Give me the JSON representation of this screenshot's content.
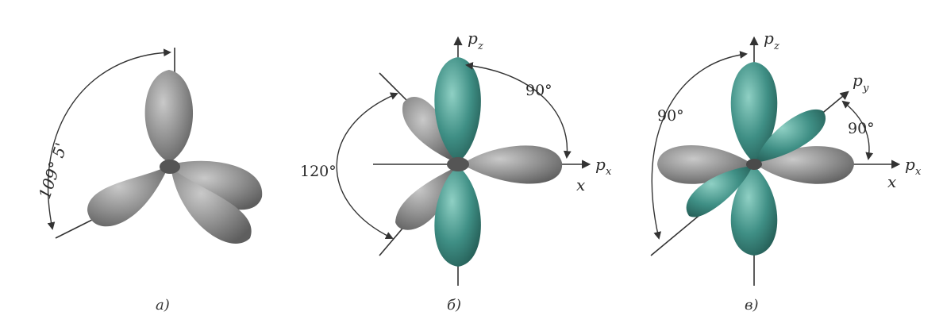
{
  "panels": [
    {
      "id": "a",
      "caption": "а)",
      "angle_label": "109° 5'"
    },
    {
      "id": "b",
      "caption": "б)",
      "angle_label_left": "120°",
      "angle_label_right": "90°",
      "axis_pz": {
        "main": "p",
        "sub": "z"
      },
      "axis_px": {
        "main": "p",
        "sub": "x"
      },
      "axis_x": "x"
    },
    {
      "id": "c",
      "caption": "в)",
      "angle_label_left": "90°",
      "angle_label_right": "90°",
      "axis_pz": {
        "main": "p",
        "sub": "z"
      },
      "axis_py": {
        "main": "p",
        "sub": "y"
      },
      "axis_px": {
        "main": "p",
        "sub": "x"
      },
      "axis_x": "x"
    }
  ],
  "colors": {
    "gray_lobe": "#8c8c8c",
    "gray_lobe_light": "#bdbdbd",
    "teal_lobe": "#3f8f85",
    "teal_lobe_light": "#7cc2b7"
  }
}
